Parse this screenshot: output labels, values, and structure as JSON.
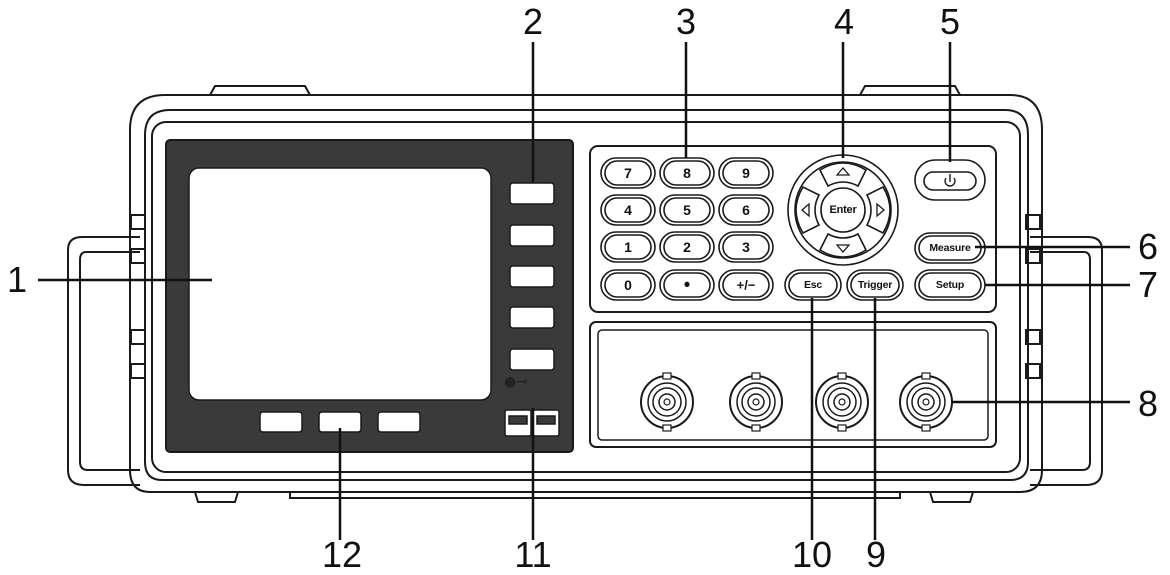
{
  "callouts": {
    "c1": "1",
    "c2": "2",
    "c3": "3",
    "c4": "4",
    "c5": "5",
    "c6": "6",
    "c7": "7",
    "c8": "8",
    "c9": "9",
    "c10": "10",
    "c11": "11",
    "c12": "12"
  },
  "keypad": {
    "k7": "7",
    "k8": "8",
    "k9": "9",
    "k4": "4",
    "k5": "5",
    "k6": "6",
    "k1": "1",
    "k2": "2",
    "k3": "3",
    "k0": "0",
    "kdot": "•",
    "kpm": "+/−"
  },
  "buttons": {
    "enter": "Enter",
    "esc": "Esc",
    "trigger": "Trigger",
    "measure": "Measure",
    "setup": "Setup",
    "power": "⏻"
  },
  "icons": {
    "usb": "usb-icon",
    "power": "power-icon",
    "arrows": [
      "arrow-up-icon",
      "arrow-down-icon",
      "arrow-left-icon",
      "arrow-right-icon"
    ],
    "bnc": "bnc-connector-icon"
  }
}
